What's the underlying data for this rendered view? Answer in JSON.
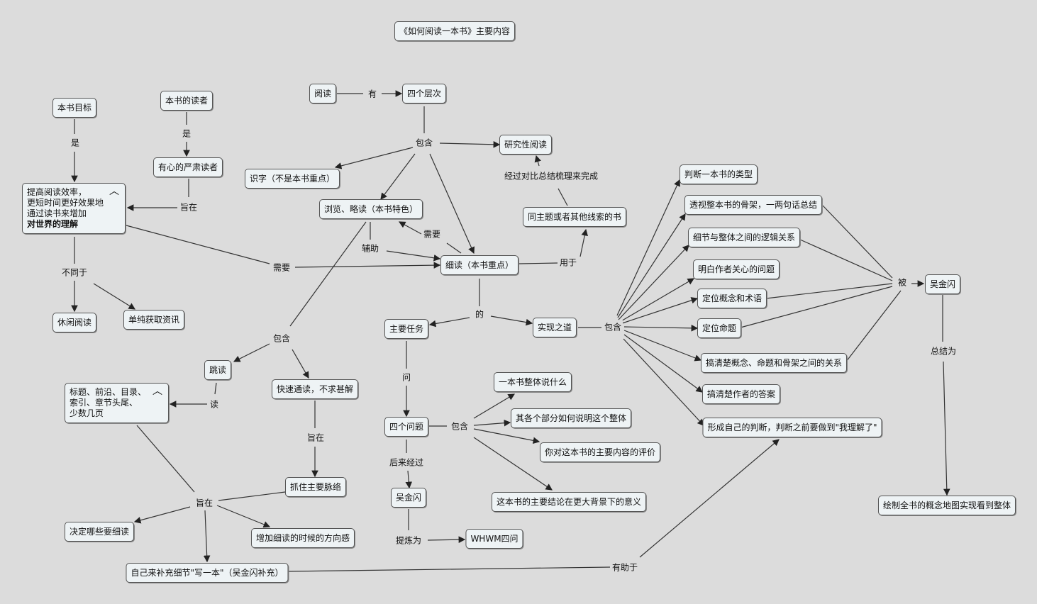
{
  "title": "《如何阅读一本书》主要内容",
  "nodes": {
    "reading": "阅读",
    "four_levels": "四个层次",
    "book_goal": "本书目标",
    "readers": "本书的读者",
    "serious_reader": "有心的严肃读者",
    "goal_lines": [
      "提高阅读效率，",
      "更短时间更好效果地",
      "通过读书来增加",
      "对世界的理解"
    ],
    "research": "研究性阅读",
    "literacy": "识字（不是本书重点）",
    "skim": "浏览、略读（本书特色）",
    "same_topic": "同主题或者其他线索的书",
    "close_read": "细读（本书重点）",
    "judge_type": "判断一本书的类型",
    "skeleton": "透视整本书的骨架，一两句话总结",
    "logic": "细节与整体之间的逻辑关系",
    "author_question": "明白作者关心的问题",
    "concepts": "定位概念和术语",
    "propositions": "定位命题",
    "relations": "搞清楚概念、命题和骨架之间的关系",
    "answers": "搞清楚作者的答案",
    "own_judgment": "形成自己的判断，判断之前要做到\"我理解了\"",
    "wu1": "吴金闪",
    "concept_map": "绘制全书的概念地图实现看到整体",
    "leisure": "休闲阅读",
    "info": "单纯获取资讯",
    "main_task": "主要任务",
    "method": "实现之道",
    "jump": "跳读",
    "headings_lines": [
      "标题、前沿、目录、",
      "索引、章节头尾、",
      "少数几页"
    ],
    "fast_read": "快速通读，不求甚解",
    "q1": "一本书整体说什么",
    "q2": "其各个部分如何说明这个整体",
    "four_q": "四个问题",
    "q3": "你对这本书的主要内容的评价",
    "main_thread": "抓住主要脉络",
    "wu2": "吴金闪",
    "q4": "这本书的主要结论在更大背景下的意义",
    "decide": "决定哪些要细读",
    "direction": "增加细读的时候的方向感",
    "whwm": "WHWM四问",
    "write_one": "自己来补充细节\"写一本\"（吴金闪补充）"
  },
  "links": {
    "has": "有",
    "is1": "是",
    "is2": "是",
    "contains1": "包含",
    "aim1": "旨在",
    "via_compare": "经过对比总结梳理来完成",
    "need1": "需要",
    "assist": "辅助",
    "need2": "需要",
    "used_for": "用于",
    "differ": "不同于",
    "of": "的",
    "contains2": "包含",
    "by": "被",
    "summarize": "总结为",
    "contains3": "包含",
    "read": "读",
    "ask": "问",
    "aim2": "旨在",
    "contains4": "包含",
    "later": "后来经过",
    "aim3": "旨在",
    "refine": "提炼为",
    "helps": "有助于"
  }
}
